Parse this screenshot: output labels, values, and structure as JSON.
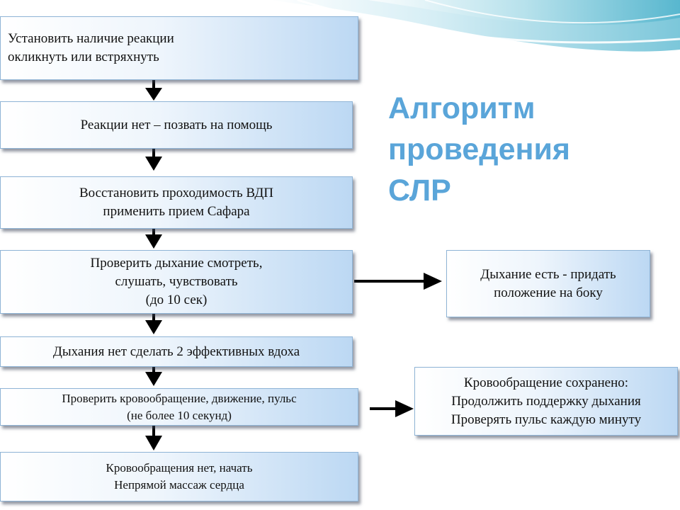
{
  "title": {
    "line1": "Алгоритм",
    "line2": "проведения",
    "line3": "СЛР"
  },
  "steps": [
    {
      "line1": "Установить наличие реакции",
      "line2": "окликнуть или встряхнуть"
    },
    {
      "line1": "Реакции нет – позвать на помощь"
    },
    {
      "line1": "Восстановить проходимость ВДП",
      "line2": "применить прием Сафара"
    },
    {
      "line1": "Проверить дыхание смотреть,",
      "line2": "слушать, чувствовать",
      "line3": "(до 10 сек)"
    },
    {
      "line1": "Дыхания нет сделать 2 эффективных вдоха"
    },
    {
      "line1": "Проверить кровообращение, движение, пульс",
      "line2": "(не более 10 секунд)"
    },
    {
      "line1": "Кровообращения нет, начать",
      "line2": "Непрямой массаж сердца"
    }
  ],
  "branches": [
    {
      "line1": "Дыхание есть - придать",
      "line2": "положение на боку"
    },
    {
      "line1": "Кровообращение сохранено:",
      "line2": "Продолжить поддержку дыхания",
      "line3": "Проверять пульс каждую минуту"
    }
  ]
}
